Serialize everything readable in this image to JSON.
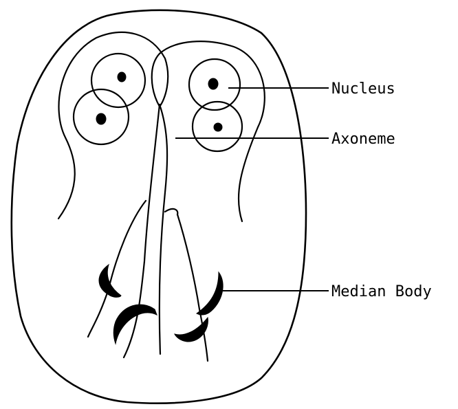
{
  "labels": {
    "nucleus": "Nucleus",
    "axoneme": "Axoneme",
    "median_body": "Median Body"
  },
  "colors": {
    "line": "#000000",
    "background": "#ffffff"
  }
}
